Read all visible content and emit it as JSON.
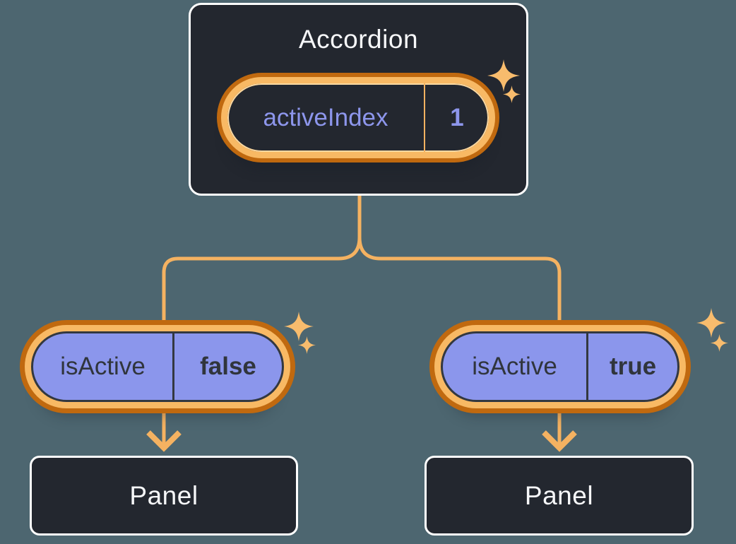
{
  "colors": {
    "background": "#4d6670",
    "node_fill": "#23272f",
    "node_border": "#ffffff",
    "node_text": "#f6f7f9",
    "purple_fill": "#8b96ec",
    "purple_text": "#8d96ec",
    "dark_text": "#30353c",
    "dark_outline": "#333840",
    "ring_light": "#f8b964",
    "ring_pale": "#fcd9a1",
    "ring_dark": "#c0690f",
    "connector": "#f5b261",
    "sparkle": "#f8bc6d"
  },
  "diagram": {
    "root": {
      "title": "Accordion",
      "state": {
        "name": "activeIndex",
        "value": "1"
      }
    },
    "children": [
      {
        "prop": {
          "name": "isActive",
          "value": "false"
        },
        "panel": "Panel"
      },
      {
        "prop": {
          "name": "isActive",
          "value": "true"
        },
        "panel": "Panel"
      }
    ]
  }
}
